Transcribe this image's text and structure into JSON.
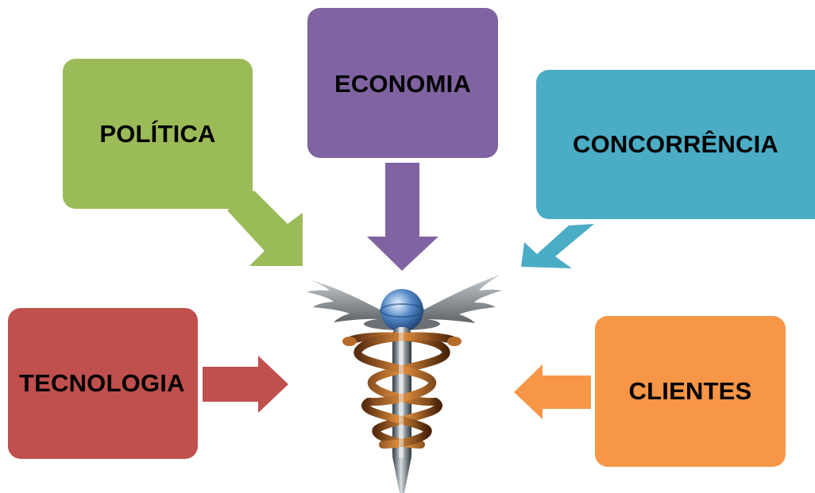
{
  "diagram": {
    "boxes": {
      "politica": "POLÍTICA",
      "economia": "ECONOMIA",
      "concorrencia": "CONCORRÊNCIA",
      "tecnologia": "TECNOLOGIA",
      "clientes": "CLIENTES"
    },
    "colors": {
      "politica": "#9BBB59",
      "economia": "#8064A2",
      "concorrencia": "#4BACC6",
      "tecnologia": "#C0504D",
      "clientes": "#F79646"
    },
    "center_icon": "caduceus-emblem"
  }
}
